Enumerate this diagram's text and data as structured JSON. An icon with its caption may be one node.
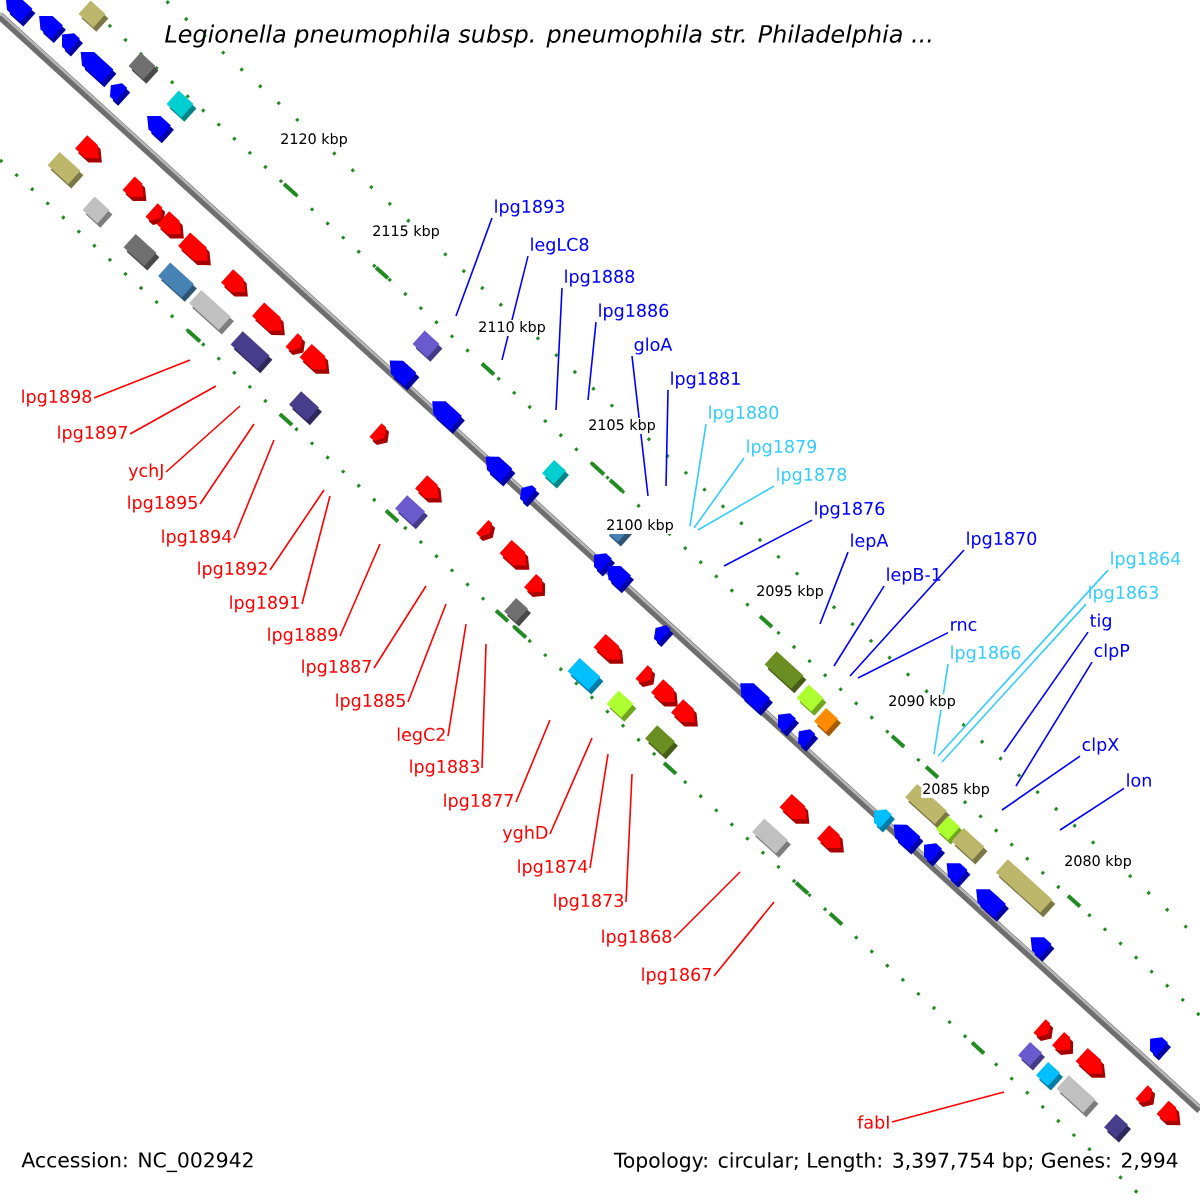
{
  "diagram": {
    "title": "Legionella pneumophila subsp. pneumophila str. Philadelphia ...",
    "nodes": [
      {
        "text": [
          "lpg1893"
        ]
      },
      {
        "text": [
          "legLC8"
        ]
      },
      {
        "text": [
          "lpg1888"
        ]
      },
      {
        "text": [
          "lpg1886"
        ]
      },
      {
        "text": [
          "gloA"
        ]
      },
      {
        "text": [
          "lpg1881"
        ]
      },
      {
        "text": [
          "lpg1880"
        ]
      },
      {
        "text": [
          "lpg1879"
        ]
      },
      {
        "text": [
          "lpg1878"
        ]
      },
      {
        "text": [
          "lpg1876"
        ]
      },
      {
        "text": [
          "lepA"
        ]
      },
      {
        "text": [
          "lpg1870"
        ]
      },
      {
        "text": [
          "lepB-1"
        ]
      },
      {
        "text": [
          "rnc"
        ]
      },
      {
        "text": [
          "lpg1864"
        ]
      },
      {
        "text": [
          "lpg1863"
        ]
      },
      {
        "text": [
          "tig"
        ]
      },
      {
        "text": [
          "clpP"
        ]
      },
      {
        "text": [
          "lpg1866"
        ]
      },
      {
        "text": [
          "clpX"
        ]
      },
      {
        "text": [
          "lon"
        ]
      },
      {
        "text": [
          "lpg1898"
        ]
      },
      {
        "text": [
          "lpg1897"
        ]
      },
      {
        "text": [
          "ychJ"
        ]
      },
      {
        "text": [
          "lpg1895"
        ]
      },
      {
        "text": [
          "lpg1894"
        ]
      },
      {
        "text": [
          "lpg1892"
        ]
      },
      {
        "text": [
          "lpg1891"
        ]
      },
      {
        "text": [
          "lpg1889"
        ]
      },
      {
        "text": [
          "lpg1887"
        ]
      },
      {
        "text": [
          "lpg1885"
        ]
      },
      {
        "text": [
          "legC2"
        ]
      },
      {
        "text": [
          "lpg1883"
        ]
      },
      {
        "text": [
          "lpg1877"
        ]
      },
      {
        "text": [
          "yghD"
        ]
      },
      {
        "text": [
          "lpg1874"
        ]
      },
      {
        "text": [
          "lpg1873"
        ]
      },
      {
        "text": [
          "lpg1868"
        ]
      },
      {
        "text": [
          "lpg1867"
        ]
      },
      {
        "text": [
          "fabI"
        ]
      }
    ],
    "edges": [
      {
        "from": 0,
        "to": null,
        "arrow": "none",
        "color": "#0000ff"
      },
      {
        "from": 1,
        "to": null,
        "arrow": "none",
        "color": "#0000ff"
      },
      {
        "from": 2,
        "to": null,
        "arrow": "none",
        "color": "#0000ff"
      },
      {
        "from": 3,
        "to": null,
        "arrow": "none",
        "color": "#0000ff"
      },
      {
        "from": 4,
        "to": null,
        "arrow": "none",
        "color": "#0000ff"
      },
      {
        "from": 5,
        "to": null,
        "arrow": "none",
        "color": "#0000ff"
      },
      {
        "from": 6,
        "to": null,
        "arrow": "none",
        "color": "#33ccff"
      },
      {
        "from": 7,
        "to": null,
        "arrow": "none",
        "color": "#33ccff"
      },
      {
        "from": 8,
        "to": null,
        "arrow": "none",
        "color": "#33ccff"
      },
      {
        "from": 9,
        "to": null,
        "arrow": "none",
        "color": "#0000ff"
      },
      {
        "from": 10,
        "to": null,
        "arrow": "none",
        "color": "#0000ff"
      },
      {
        "from": 11,
        "to": null,
        "arrow": "none",
        "color": "#0000ff"
      },
      {
        "from": 12,
        "to": null,
        "arrow": "none",
        "color": "#0000ff"
      },
      {
        "from": 13,
        "to": null,
        "arrow": "none",
        "color": "#0000ff"
      },
      {
        "from": 14,
        "to": null,
        "arrow": "none",
        "color": "#33ccff"
      },
      {
        "from": 15,
        "to": null,
        "arrow": "none",
        "color": "#33ccff"
      },
      {
        "from": 16,
        "to": null,
        "arrow": "none",
        "color": "#0000ff"
      },
      {
        "from": 17,
        "to": null,
        "arrow": "none",
        "color": "#0000ff"
      },
      {
        "from": 18,
        "to": null,
        "arrow": "none",
        "color": "#33ccff"
      },
      {
        "from": 19,
        "to": null,
        "arrow": "none",
        "color": "#0000ff"
      },
      {
        "from": 20,
        "to": null,
        "arrow": "none",
        "color": "#0000ff"
      },
      {
        "from": 21,
        "to": null,
        "arrow": "none"
      },
      {
        "from": 22,
        "to": null,
        "arrow": "none"
      },
      {
        "from": 23,
        "to": null,
        "arrow": "none"
      },
      {
        "from": 24,
        "to": null,
        "arrow": "none"
      },
      {
        "from": 25,
        "to": null,
        "arrow": "none"
      },
      {
        "from": 26,
        "to": null,
        "arrow": "none"
      },
      {
        "from": 27,
        "to": null,
        "arrow": "none"
      },
      {
        "from": 28,
        "to": null,
        "arrow": "none"
      },
      {
        "from": 29,
        "to": null,
        "arrow": "none"
      },
      {
        "from": 30,
        "to": null,
        "arrow": "none"
      },
      {
        "from": 31,
        "to": null,
        "arrow": "none"
      },
      {
        "from": 32,
        "to": null,
        "arrow": "none"
      },
      {
        "from": 33,
        "to": null,
        "arrow": "none"
      },
      {
        "from": 34,
        "to": null,
        "arrow": "none"
      },
      {
        "from": 35,
        "to": null,
        "arrow": "none"
      },
      {
        "from": 36,
        "to": null,
        "arrow": "none"
      },
      {
        "from": 37,
        "to": null,
        "arrow": "none"
      },
      {
        "from": 38,
        "to": null,
        "arrow": "none"
      },
      {
        "from": 39,
        "to": null,
        "arrow": "none"
      }
    ],
    "labels": [
      "2120 kbp",
      "2115 kbp",
      "2110 kbp",
      "2105 kbp",
      "2100 kbp",
      "2095 kbp",
      "2090 kbp",
      "2085 kbp",
      "2080 kbp",
      "Accession: NC_002942",
      "Topology: circular; Length: 3,397,754 bp; Genes: 2,994"
    ]
  }
}
